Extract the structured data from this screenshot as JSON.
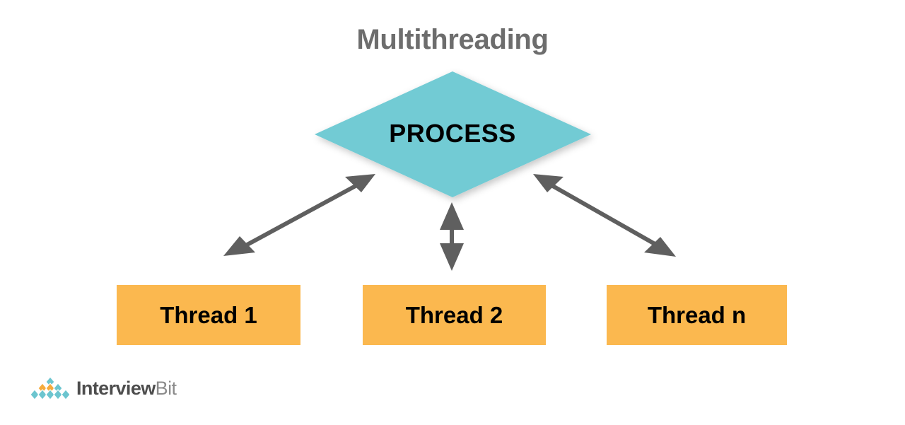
{
  "title": "Multithreading",
  "process": {
    "label": "PROCESS",
    "shape": "diamond",
    "fill": "#72cbd4",
    "text_color": "#000000"
  },
  "threads": [
    {
      "label": "Thread 1"
    },
    {
      "label": "Thread 2"
    },
    {
      "label": "Thread n"
    }
  ],
  "connectors": [
    {
      "name": "process-to-thread-1",
      "style": "double-headed-arrow",
      "color": "#5f5f5f"
    },
    {
      "name": "process-to-thread-2",
      "style": "double-headed-arrow",
      "color": "#5f5f5f"
    },
    {
      "name": "process-to-thread-n",
      "style": "double-headed-arrow",
      "color": "#5f5f5f"
    }
  ],
  "colors": {
    "title": "#6d6d6d",
    "process_fill": "#72cbd4",
    "thread_fill": "#fbb84f",
    "arrow": "#5f5f5f",
    "background": "#ffffff"
  },
  "logo": {
    "brand_primary": "InterviewBit",
    "word_1": "Interview",
    "word_2": "Bit",
    "mark_colors": {
      "teal": "#6cc5cf",
      "orange": "#f5ab3d"
    }
  }
}
